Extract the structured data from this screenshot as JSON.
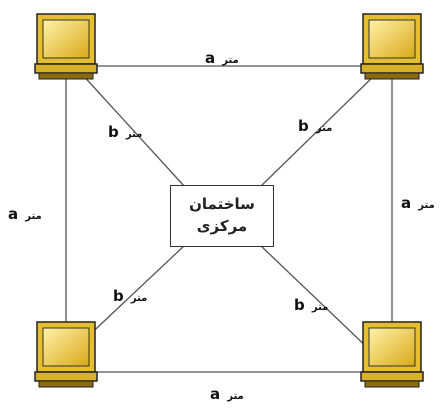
{
  "center": {
    "line1": "ساختمان",
    "line2": "مرکزی"
  },
  "labels": {
    "top": {
      "value": "a",
      "unit": "متر"
    },
    "bottom": {
      "value": "a",
      "unit": "متر"
    },
    "left": {
      "value": "a",
      "unit": "متر"
    },
    "right": {
      "value": "a",
      "unit": "متر"
    },
    "diag_tl": {
      "value": "b",
      "unit": "متر"
    },
    "diag_tr": {
      "value": "b",
      "unit": "متر"
    },
    "diag_bl": {
      "value": "b",
      "unit": "متر"
    },
    "diag_br": {
      "value": "b",
      "unit": "متر"
    }
  },
  "colors": {
    "monitor": "#e8c23a",
    "monitor_dark": "#8a6a10",
    "line": "#555555"
  },
  "icons": [
    "computer-icon-top-left",
    "computer-icon-top-right",
    "computer-icon-bottom-left",
    "computer-icon-bottom-right"
  ]
}
